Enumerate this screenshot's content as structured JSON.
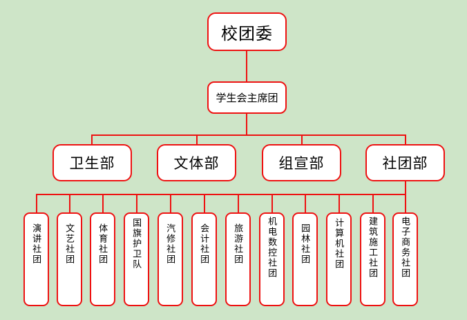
{
  "canvas": {
    "background_color": "#cee5c8",
    "line_color": "#ee1111",
    "box_fill_color": "#ffffff",
    "text_color": "#000000"
  },
  "org_chart": {
    "root": {
      "label": "校团委"
    },
    "second_level": {
      "label": "学生会主席团"
    },
    "departments": [
      {
        "label": "卫生部"
      },
      {
        "label": "文体部"
      },
      {
        "label": "组宣部"
      },
      {
        "label": "社团部"
      }
    ],
    "clubs": [
      {
        "label": "演讲社团"
      },
      {
        "label": "文艺社团"
      },
      {
        "label": "体育社团"
      },
      {
        "label": "国旗护卫队"
      },
      {
        "label": "汽修社团"
      },
      {
        "label": "会计社团"
      },
      {
        "label": "旅游社团"
      },
      {
        "label": "机电数控社团"
      },
      {
        "label": "园林社团"
      },
      {
        "label": "计算机社团"
      },
      {
        "label": "建筑施工社团"
      },
      {
        "label": "电子商务社团"
      }
    ]
  }
}
